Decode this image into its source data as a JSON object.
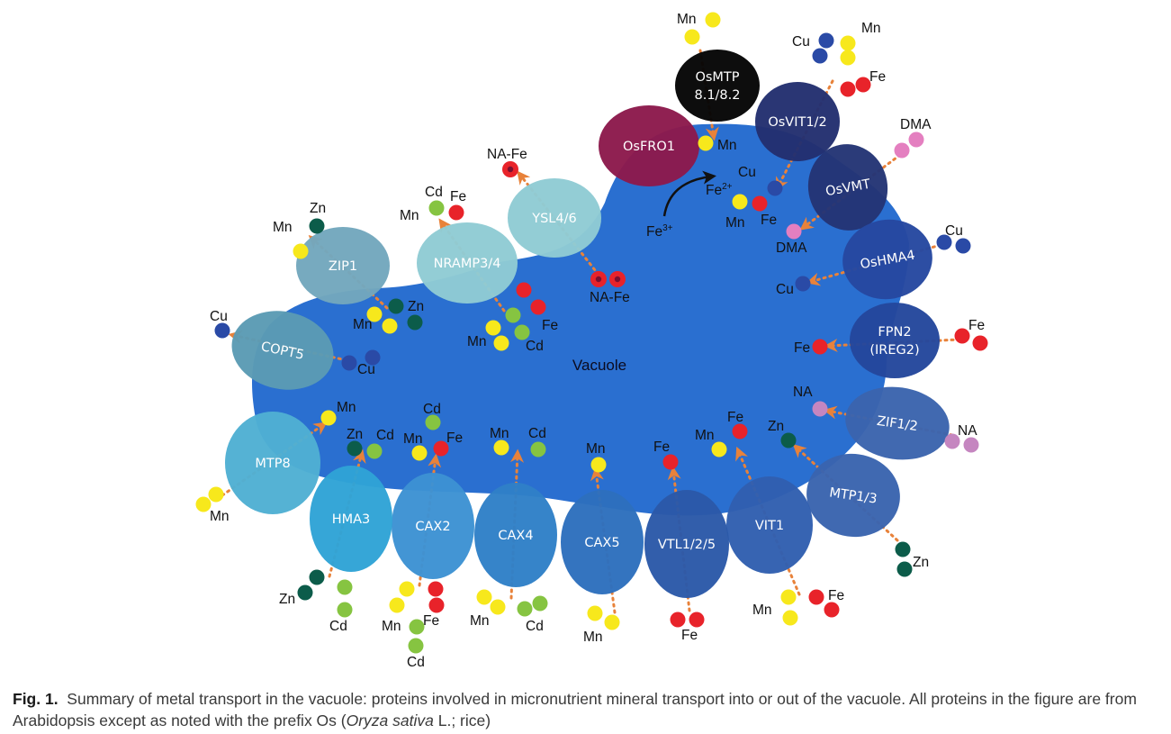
{
  "title": "",
  "vacuole_label": "Vacuole",
  "caption": {
    "label": "Fig. 1.",
    "text_1": "Summary of metal transport in the vacuole: proteins involved in micronutrient mineral transport into or out of the vacuole. All proteins in the figure are from Arabidopsis except as noted with the prefix Os (",
    "species": "Oryza sativa",
    "text_2": " L.; rice)"
  },
  "colors": {
    "Mn": "#f7e81c",
    "Cu": "#2a4aa6",
    "Fe": "#e8232a",
    "Zn": "#0c5c4a",
    "Cd": "#86c441",
    "DMA": "#e47fc0",
    "NA": "#c586c0",
    "NAFe_outer": "#e8232a",
    "NAFe_inner": "#7a1030",
    "vacuole": "#2a6fd0",
    "arrow": "#e8823a"
  },
  "proteins": [
    {
      "id": "osmtp",
      "label": "OsMTP",
      "label2": "8.1/8.2",
      "color": "#050505"
    },
    {
      "id": "osfro1",
      "label": "OsFRO1",
      "color": "#8c1a4c"
    },
    {
      "id": "osvit",
      "label": "OsVIT1/2",
      "color": "#233070"
    },
    {
      "id": "osvmt",
      "label": "OsVMT",
      "color": "#243575"
    },
    {
      "id": "oshma4",
      "label": "OsHMA4",
      "color": "#2648a0"
    },
    {
      "id": "fpn2",
      "label": "FPN2",
      "label2": "(IREG2)",
      "color": "#24479c"
    },
    {
      "id": "zif12",
      "label": "ZIF1/2",
      "color": "#3b64ad"
    },
    {
      "id": "mtp13",
      "label": "MTP1/3",
      "color": "#3a64ae"
    },
    {
      "id": "vit1",
      "label": "VIT1",
      "color": "#315fb0"
    },
    {
      "id": "vtl",
      "label": "VTL1/2/5",
      "color": "#2b59a8"
    },
    {
      "id": "cax5",
      "label": "CAX5",
      "color": "#2d6fbd"
    },
    {
      "id": "cax4",
      "label": "CAX4",
      "color": "#2f80c7"
    },
    {
      "id": "cax2",
      "label": "CAX2",
      "color": "#3d92d3"
    },
    {
      "id": "hma3",
      "label": "HMA3",
      "color": "#2fa3d6"
    },
    {
      "id": "mtp8",
      "label": "MTP8",
      "color": "#4fb0d3"
    },
    {
      "id": "copt5",
      "label": "COPT5",
      "color": "#5b9bb4"
    },
    {
      "id": "zip1",
      "label": "ZIP1",
      "color": "#73a7bd"
    },
    {
      "id": "nramp34",
      "label": "NRAMP3/4",
      "color": "#8fcbd4"
    },
    {
      "id": "ysl46",
      "label": "YSL4/6",
      "color": "#8fcbd4"
    }
  ],
  "labels": {
    "mn": "Mn",
    "cu": "Cu",
    "fe": "Fe",
    "zn": "Zn",
    "cd": "Cd",
    "dma": "DMA",
    "na": "NA",
    "nafe": "NA-Fe",
    "fe2": "Fe",
    "fe2_sup": "2+",
    "fe3": "Fe",
    "fe3_sup": "3+"
  }
}
